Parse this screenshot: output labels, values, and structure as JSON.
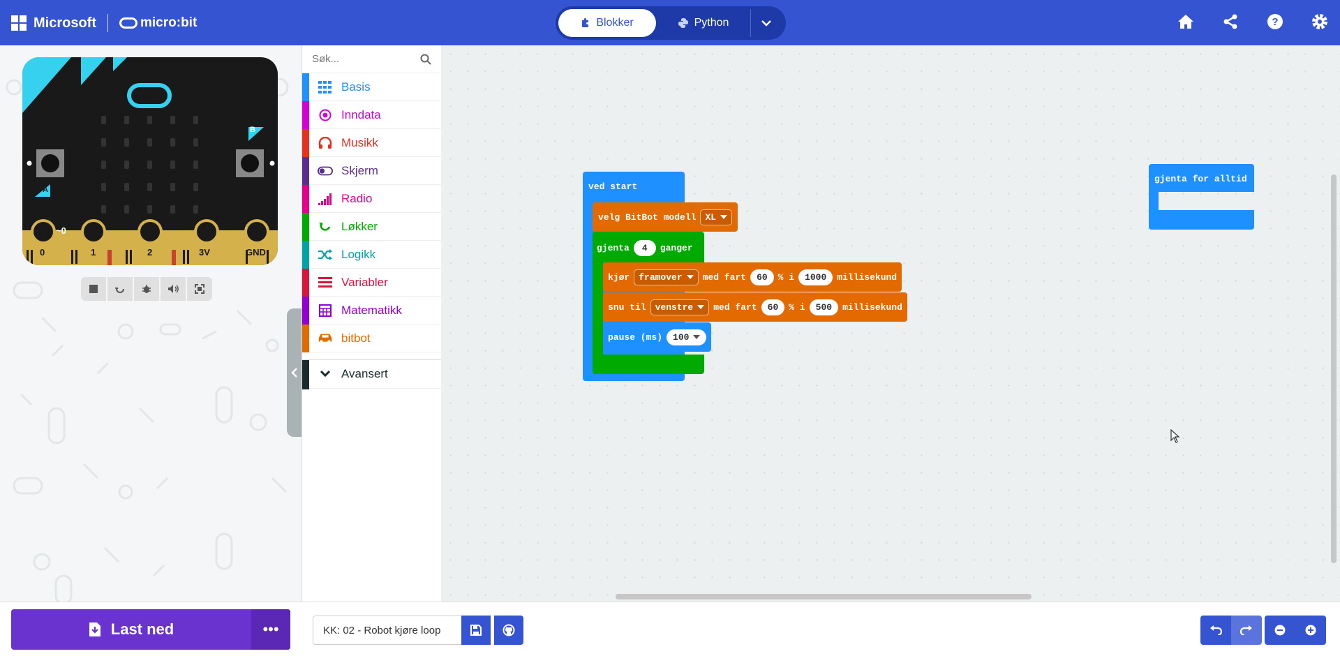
{
  "header": {
    "brand": "Microsoft",
    "product": "micro:bit",
    "mode_blocks": "Blokker",
    "mode_python": "Python"
  },
  "simulator": {
    "pins": [
      "0",
      "1",
      "2",
      "3V",
      "GND"
    ],
    "pin0_extra": "~0",
    "button_a": "A",
    "button_b": "B"
  },
  "toolbox": {
    "search_placeholder": "Søk...",
    "categories": [
      {
        "label": "Basis",
        "color": "#1e90ff",
        "icon": "grid-icon"
      },
      {
        "label": "Inndata",
        "color": "#d400d4",
        "icon": "target-icon"
      },
      {
        "label": "Musikk",
        "color": "#e63022",
        "icon": "headphones-icon"
      },
      {
        "label": "Skjerm",
        "color": "#5c2d91",
        "icon": "toggle-icon"
      },
      {
        "label": "Radio",
        "color": "#e3008c",
        "icon": "signal-icon"
      },
      {
        "label": "Løkker",
        "color": "#00aa00",
        "icon": "refresh-icon"
      },
      {
        "label": "Logikk",
        "color": "#00a4a6",
        "icon": "shuffle-icon"
      },
      {
        "label": "Variabler",
        "color": "#dc143c",
        "icon": "list-icon"
      },
      {
        "label": "Matematikk",
        "color": "#9400d3",
        "icon": "calculator-icon"
      },
      {
        "label": "bitbot",
        "color": "#e36a00",
        "icon": "car-icon"
      }
    ],
    "advanced": "Avansert"
  },
  "blocks": {
    "on_start": "ved start",
    "select_model": "velg BitBot modell",
    "model_value": "XL",
    "repeat": "gjenta",
    "repeat_count": "4",
    "repeat_suffix": "ganger",
    "drive": "kjør",
    "drive_dir": "framover",
    "speed_label": "med fart",
    "drive_speed": "60",
    "percent_in": "% i",
    "drive_ms": "1000",
    "ms_label": "millisekund",
    "turn": "snu til",
    "turn_dir": "venstre",
    "turn_speed": "60",
    "turn_ms": "500",
    "pause": "pause (ms)",
    "pause_value": "100",
    "forever": "gjenta for alltid"
  },
  "bottom": {
    "download": "Last ned",
    "more": "•••",
    "project_name": "KK: 02 - Robot kjøre loop"
  },
  "colors": {
    "header": "#3454d1",
    "event_block": "#1e90ff",
    "loop_block": "#00aa00",
    "bitbot_block": "#e36a00",
    "download": "#6a32cf"
  }
}
